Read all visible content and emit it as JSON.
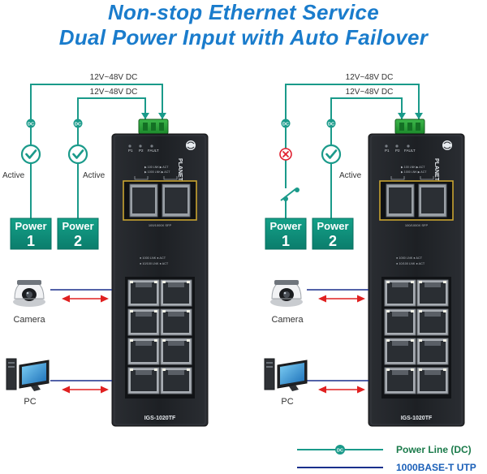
{
  "title": {
    "line1": "Non-stop Ethernet Service",
    "line2": "Dual Power Input with Auto Failover"
  },
  "voltage_label": "12V~48V DC",
  "dc_tag": "DC",
  "status_label": "Active",
  "power_label": "Power",
  "power_numbers": [
    "1",
    "2"
  ],
  "camera_label": "Camera",
  "pc_label": "PC",
  "switch": {
    "brand": "PLANET",
    "model": "IGS-1020TF",
    "sfp_label": "100/1000X SFP",
    "led_labels": [
      "P1",
      "P2",
      "FAULT"
    ],
    "sfp_led_rows": [
      "1000 LNK ACT",
      "100 LNK ACT"
    ],
    "rj_led_rows": [
      "1000 LNK ACT",
      "10/100 LNK ACT"
    ]
  },
  "legend": {
    "power_line": "Power Line (DC)",
    "utp": "1000BASE-T UTP"
  },
  "colors": {
    "title": "#1a7ccc",
    "teal": "#1a9a8a",
    "power_box": "#0e8a78",
    "utp_blue": "#1a2f8c",
    "arrow_red": "#e02020",
    "fail_red": "#e02030"
  }
}
